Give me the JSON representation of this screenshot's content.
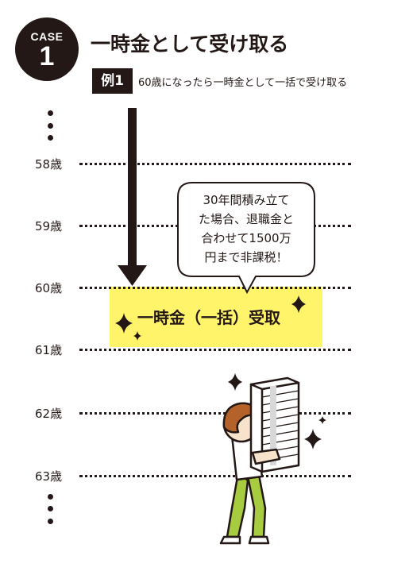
{
  "header": {
    "case_label": "CASE",
    "case_number": "1",
    "title": "一時金として受け取る"
  },
  "example": {
    "tag": "例1",
    "text": "60歳になったら一時金として一括で受け取る"
  },
  "timeline": {
    "ages": [
      "58歳",
      "59歳",
      "60歳",
      "61歳",
      "62歳",
      "63歳"
    ]
  },
  "highlight": {
    "label": "一時金（一括）受取",
    "color": "#fff46a"
  },
  "speech_bubble": {
    "lines": [
      "30年間積み立て",
      "た場合、退職金と",
      "合わせて1500万",
      "円まで非課税！"
    ]
  },
  "colors": {
    "ink": "#231815",
    "highlight": "#fff46a",
    "pants": "#a7cc3f",
    "hair": "#b5622a",
    "skin": "#f7e2cc"
  },
  "icons": [
    "sparkle-icon",
    "down-arrow-icon",
    "person-carrying-money-icon"
  ]
}
